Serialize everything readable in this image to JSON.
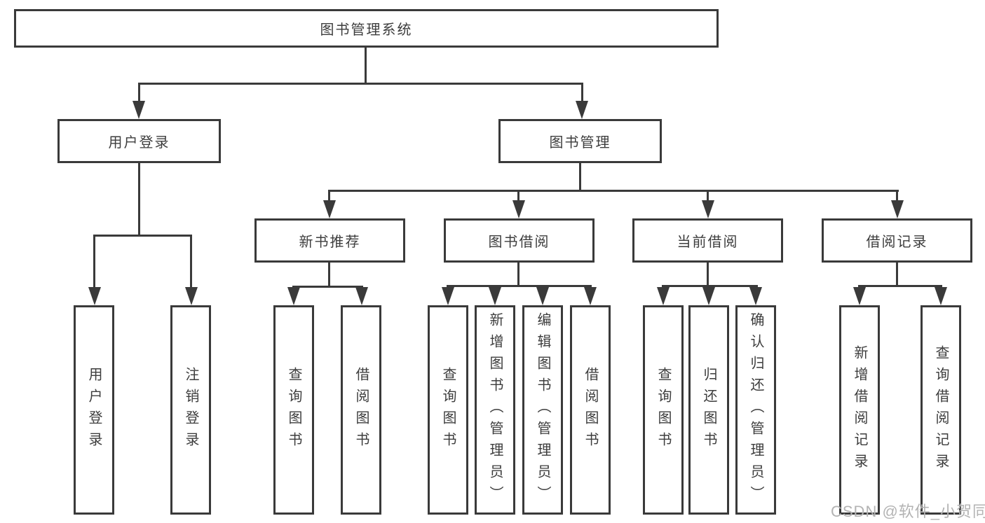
{
  "diagram": {
    "root": {
      "label": "图书管理系统"
    },
    "branches": [
      {
        "label": "用户登录",
        "children": [
          {
            "label": "用户登录"
          },
          {
            "label": "注销登录"
          }
        ]
      },
      {
        "label": "图书管理",
        "children": [
          {
            "label": "新书推荐",
            "children": [
              {
                "label": "查询图书"
              },
              {
                "label": "借阅图书"
              }
            ]
          },
          {
            "label": "图书借阅",
            "children": [
              {
                "label": "查询图书"
              },
              {
                "label": "新增图书（管理员）"
              },
              {
                "label": "编辑图书（管理员）"
              },
              {
                "label": "借阅图书"
              }
            ]
          },
          {
            "label": "当前借阅",
            "children": [
              {
                "label": "查询图书"
              },
              {
                "label": "归还图书"
              },
              {
                "label": "确认归还（管理员）"
              }
            ]
          },
          {
            "label": "借阅记录",
            "children": [
              {
                "label": "新增借阅记录"
              },
              {
                "label": "查询借阅记录"
              }
            ]
          }
        ]
      }
    ]
  },
  "watermark": {
    "text": "CSDN @软件_小贺同学"
  },
  "colors": {
    "line": "#3a3a3a",
    "text": "#3d3d3d",
    "box_background": "#ffffff",
    "watermark": "#b3b3b3"
  }
}
